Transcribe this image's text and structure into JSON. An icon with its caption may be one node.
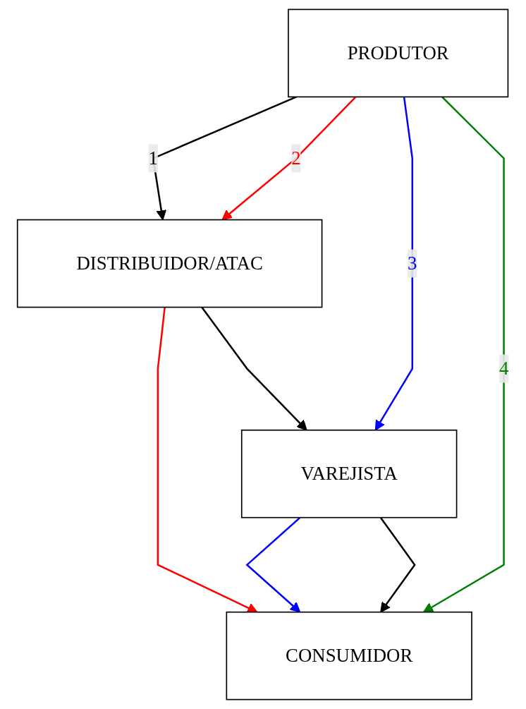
{
  "diagram": {
    "nodes": [
      {
        "text": [
          "PRODUTOR"
        ]
      },
      {
        "text": [
          "DISTRIBUIDOR/ATAC"
        ]
      },
      {
        "text": [
          "VAREJISTA"
        ]
      },
      {
        "text": [
          "CONSUMIDOR"
        ]
      }
    ],
    "edges": [
      {
        "from": 0,
        "to": 1,
        "arrow": "to",
        "label": "1"
      },
      {
        "from": 0,
        "to": 1,
        "arrow": "to",
        "label": "2",
        "color": "#ff0000"
      },
      {
        "from": 1,
        "to": 3,
        "arrow": "to",
        "color": "#ff0000"
      },
      {
        "from": 0,
        "to": 2,
        "arrow": "to",
        "label": "3",
        "color": "#0000ff"
      },
      {
        "from": 2,
        "to": 3,
        "arrow": "to",
        "color": "#0000ff"
      },
      {
        "from": 0,
        "to": 3,
        "arrow": "to",
        "label": "4",
        "color": "#008000"
      },
      {
        "from": 1,
        "to": 2,
        "arrow": "to"
      },
      {
        "from": 2,
        "to": 3,
        "arrow": "to"
      }
    ]
  }
}
